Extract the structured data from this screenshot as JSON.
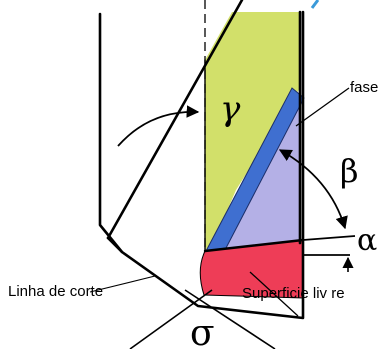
{
  "diagram": {
    "labels": {
      "gamma": "γ",
      "beta": "β",
      "alpha": "α",
      "sigma": "σ",
      "fase": "fase",
      "linha_de_corte": "Linha de corte",
      "superficie_livre": "Superficie liv re"
    },
    "colors": {
      "rake_face": "#d2e06a",
      "flank_face": "#b4b0e6",
      "land_chamfer": "#3f6fd0",
      "free_surface": "#ee3d57",
      "line": "#000000",
      "top_accent": "#3a9ad9"
    }
  }
}
